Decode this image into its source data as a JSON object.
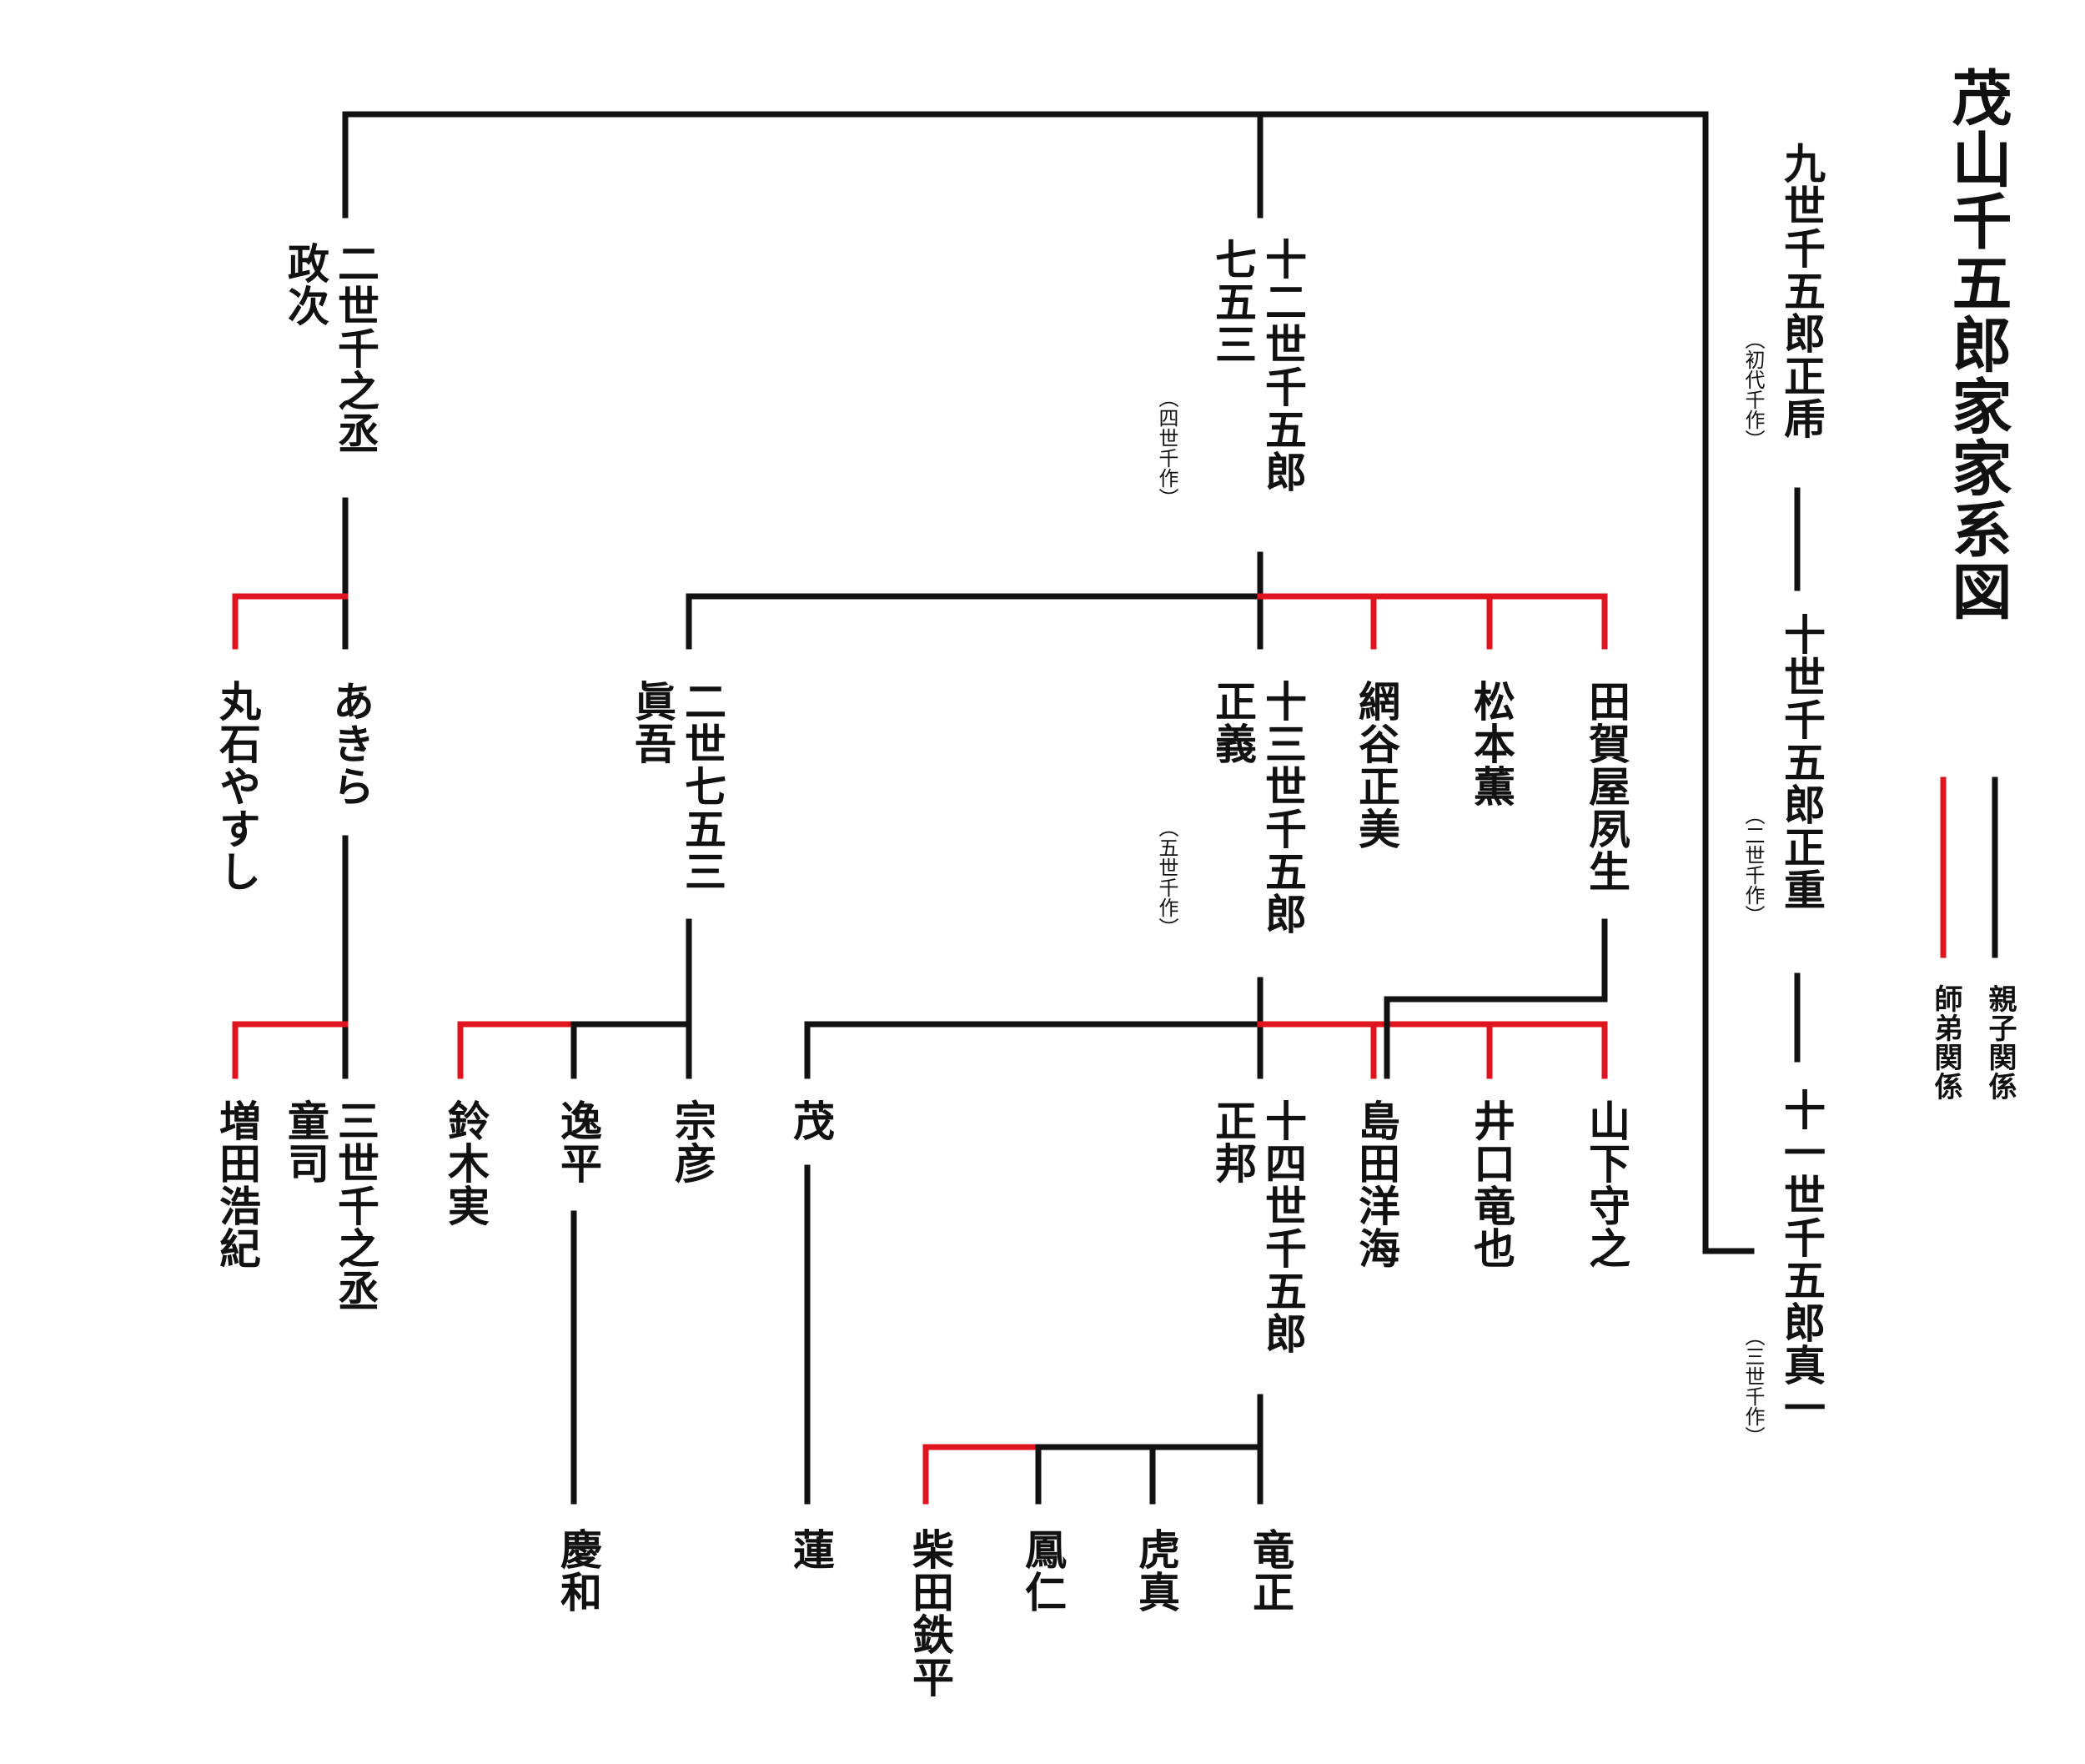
{
  "title": "茂山千五郎家家系図",
  "colors": {
    "parent_child": "#111111",
    "master_disciple": "#e0141e",
    "text": "#111111"
  },
  "legend": {
    "parent_child": "親子関係",
    "master_disciple": "師弟関係"
  },
  "people": {
    "p9": "九世千五郎正乕",
    "p9_note": "（初代千作）",
    "p10": "十世千五郎正重",
    "p10_note": "（二世千作）",
    "p11": "十一世千五郎真一",
    "p11_note": "（三世千作）",
    "p12": "十二世千五郎\n七五三",
    "p12_note": "（四世千作）",
    "senojo2": "二世千之丞\n政次",
    "maruishi": "丸石やすし",
    "akira": "あきら",
    "masuda": "増田浩紀",
    "senojo3": "三世千之丞\n童司",
    "shime2": "二世七五三\n眞吾",
    "suzuki": "鈴木実",
    "ippei": "逸平",
    "munehiko": "宗彦",
    "keiwa": "慶和",
    "p13": "十三世千五郎\n正義",
    "p13_note": "（五世千作）",
    "tsunaya": "網谷正美",
    "matsumoto": "松本薫",
    "tagaya": "田賀屋夙生",
    "shigeru": "茂",
    "ren": "蓮",
    "p14": "十四世千五郎\n正邦",
    "shimada": "島田洋海",
    "inoguchi": "井口竜也",
    "yamashita": "山下守之",
    "shibata": "柴田鉄平",
    "houjin": "鳳仁",
    "torama": "虎真",
    "ryusei": "竜正"
  }
}
